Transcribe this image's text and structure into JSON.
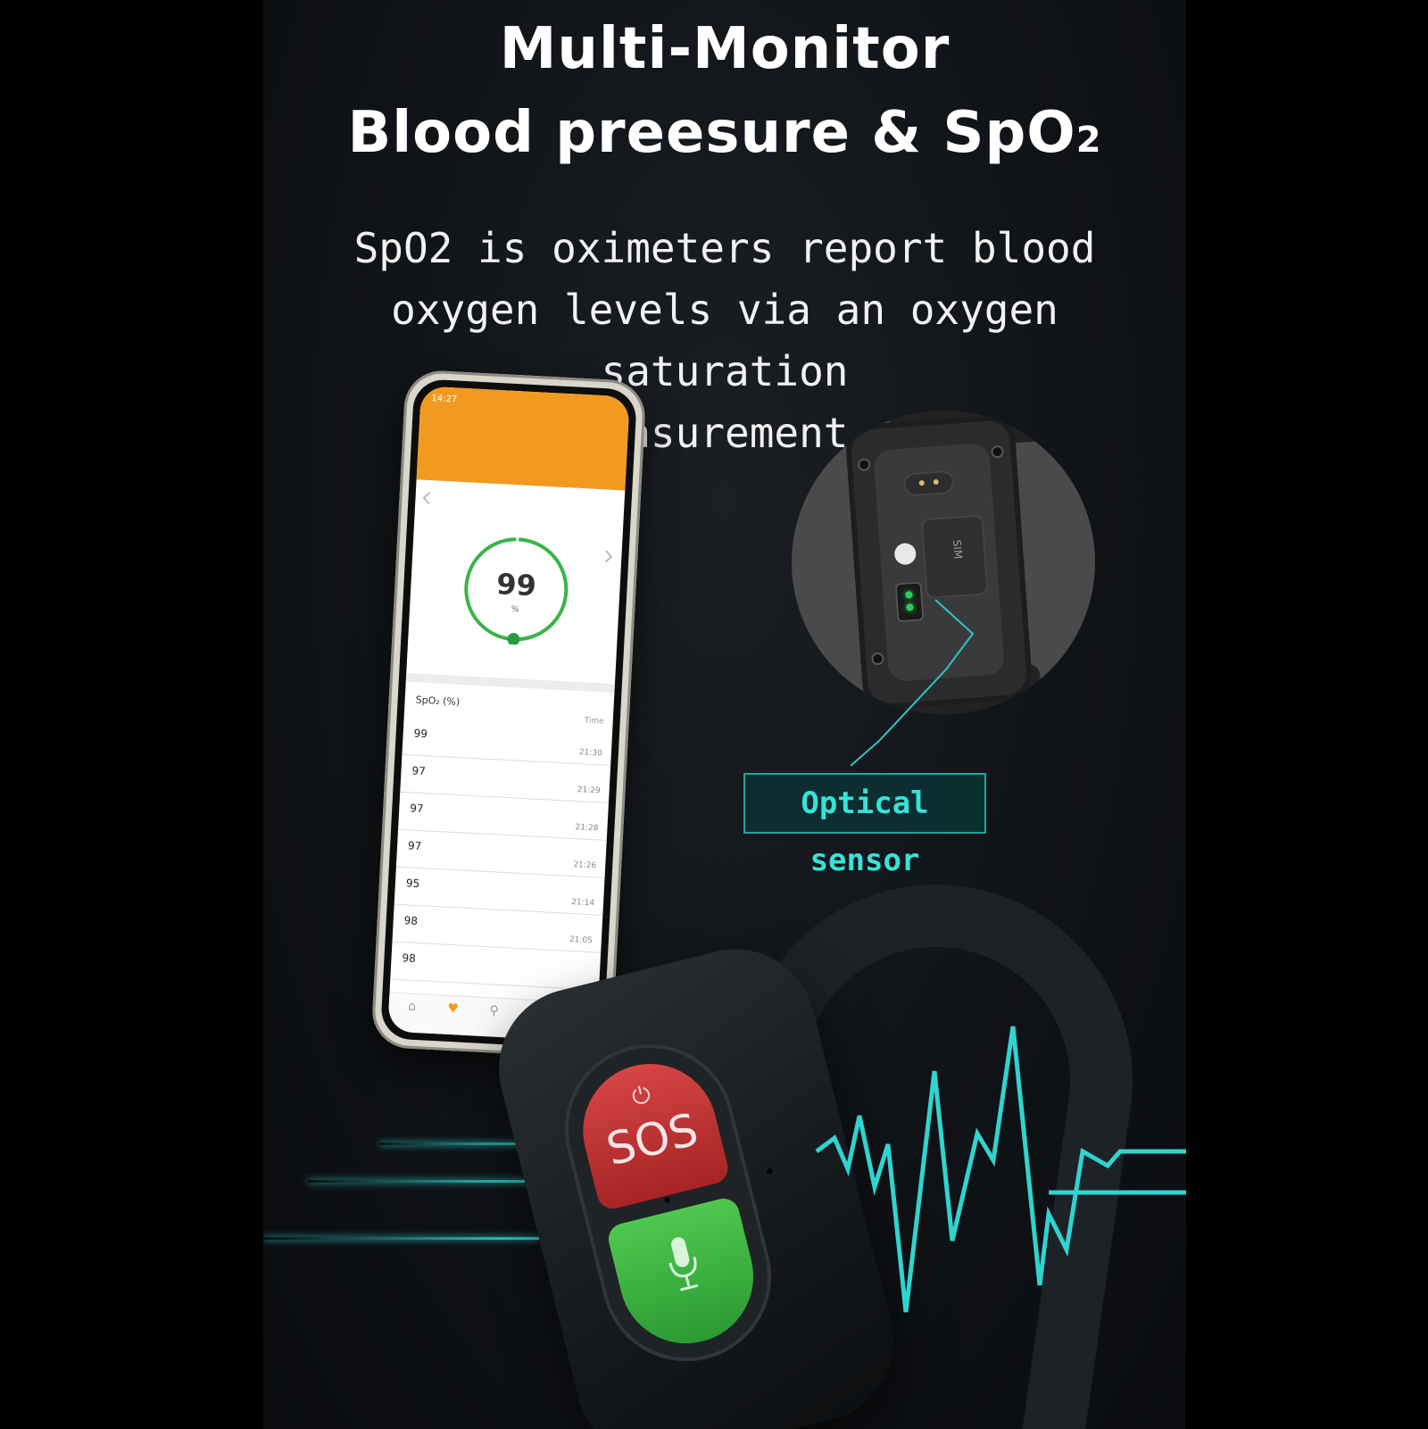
{
  "heading": {
    "line1": "Multi-Monitor",
    "line2_main": "Blood preesure & SpO",
    "line2_sub": "2"
  },
  "description": {
    "line1": "SpO2 is oximeters report blood",
    "line2": "oxygen levels via an oxygen saturation",
    "line3": "measurement."
  },
  "phone": {
    "status_time": "14:27",
    "gauge": {
      "value": "99",
      "unit": "%",
      "level": 0.99
    },
    "list_header": "SpO₂ (%)",
    "time_header": "Time",
    "readings": [
      {
        "value": "99",
        "time": "21:30"
      },
      {
        "value": "97",
        "time": "21:29"
      },
      {
        "value": "97",
        "time": "21:28"
      },
      {
        "value": "97",
        "time": "21:26"
      },
      {
        "value": "95",
        "time": "21:14"
      },
      {
        "value": "98",
        "time": "21:05"
      },
      {
        "value": "98",
        "time": ""
      }
    ],
    "nav": [
      {
        "icon": "home-icon"
      },
      {
        "icon": "heart-icon"
      },
      {
        "icon": "location-pin-icon"
      }
    ]
  },
  "closeup": {
    "sim_label": "SIM",
    "sensor_label": "Optical sensor"
  },
  "watch": {
    "sos_label": "SOS"
  },
  "colors": {
    "accent_cyan": "#2fd4d0",
    "app_orange": "#f29a1f",
    "sos_red": "#d64545",
    "mic_green": "#4fc84f"
  }
}
